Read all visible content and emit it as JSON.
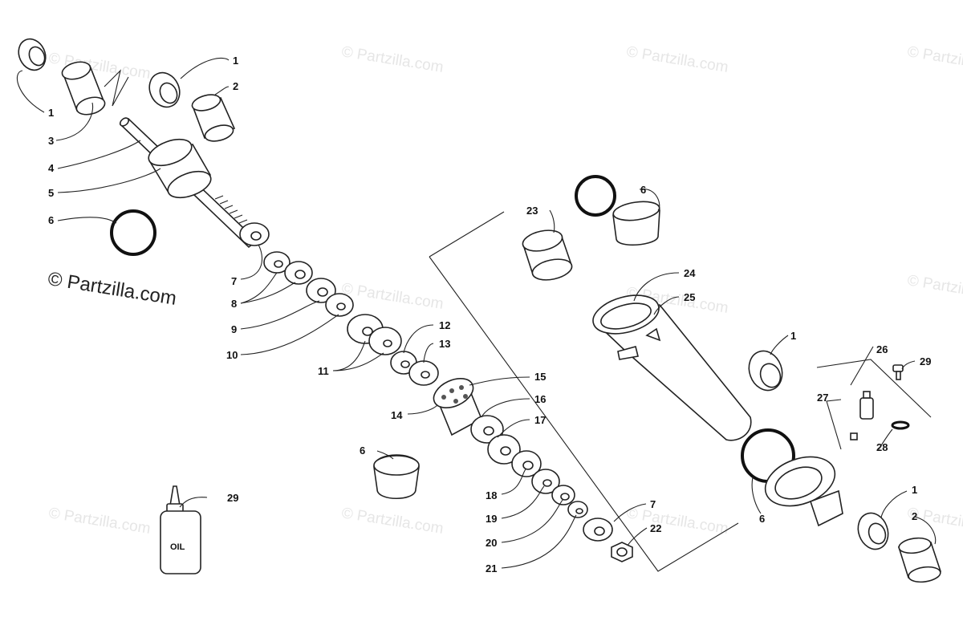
{
  "watermark": "© Partzilla.com",
  "credit": "© Partzilla.com",
  "oil_label": "OIL",
  "callouts": [
    "1",
    "2",
    "3",
    "4",
    "5",
    "6",
    "7",
    "8",
    "9",
    "10",
    "11",
    "12",
    "13",
    "14",
    "15",
    "16",
    "17",
    "18",
    "19",
    "20",
    "21",
    "22",
    "23",
    "24",
    "25",
    "26",
    "27",
    "28",
    "29"
  ]
}
